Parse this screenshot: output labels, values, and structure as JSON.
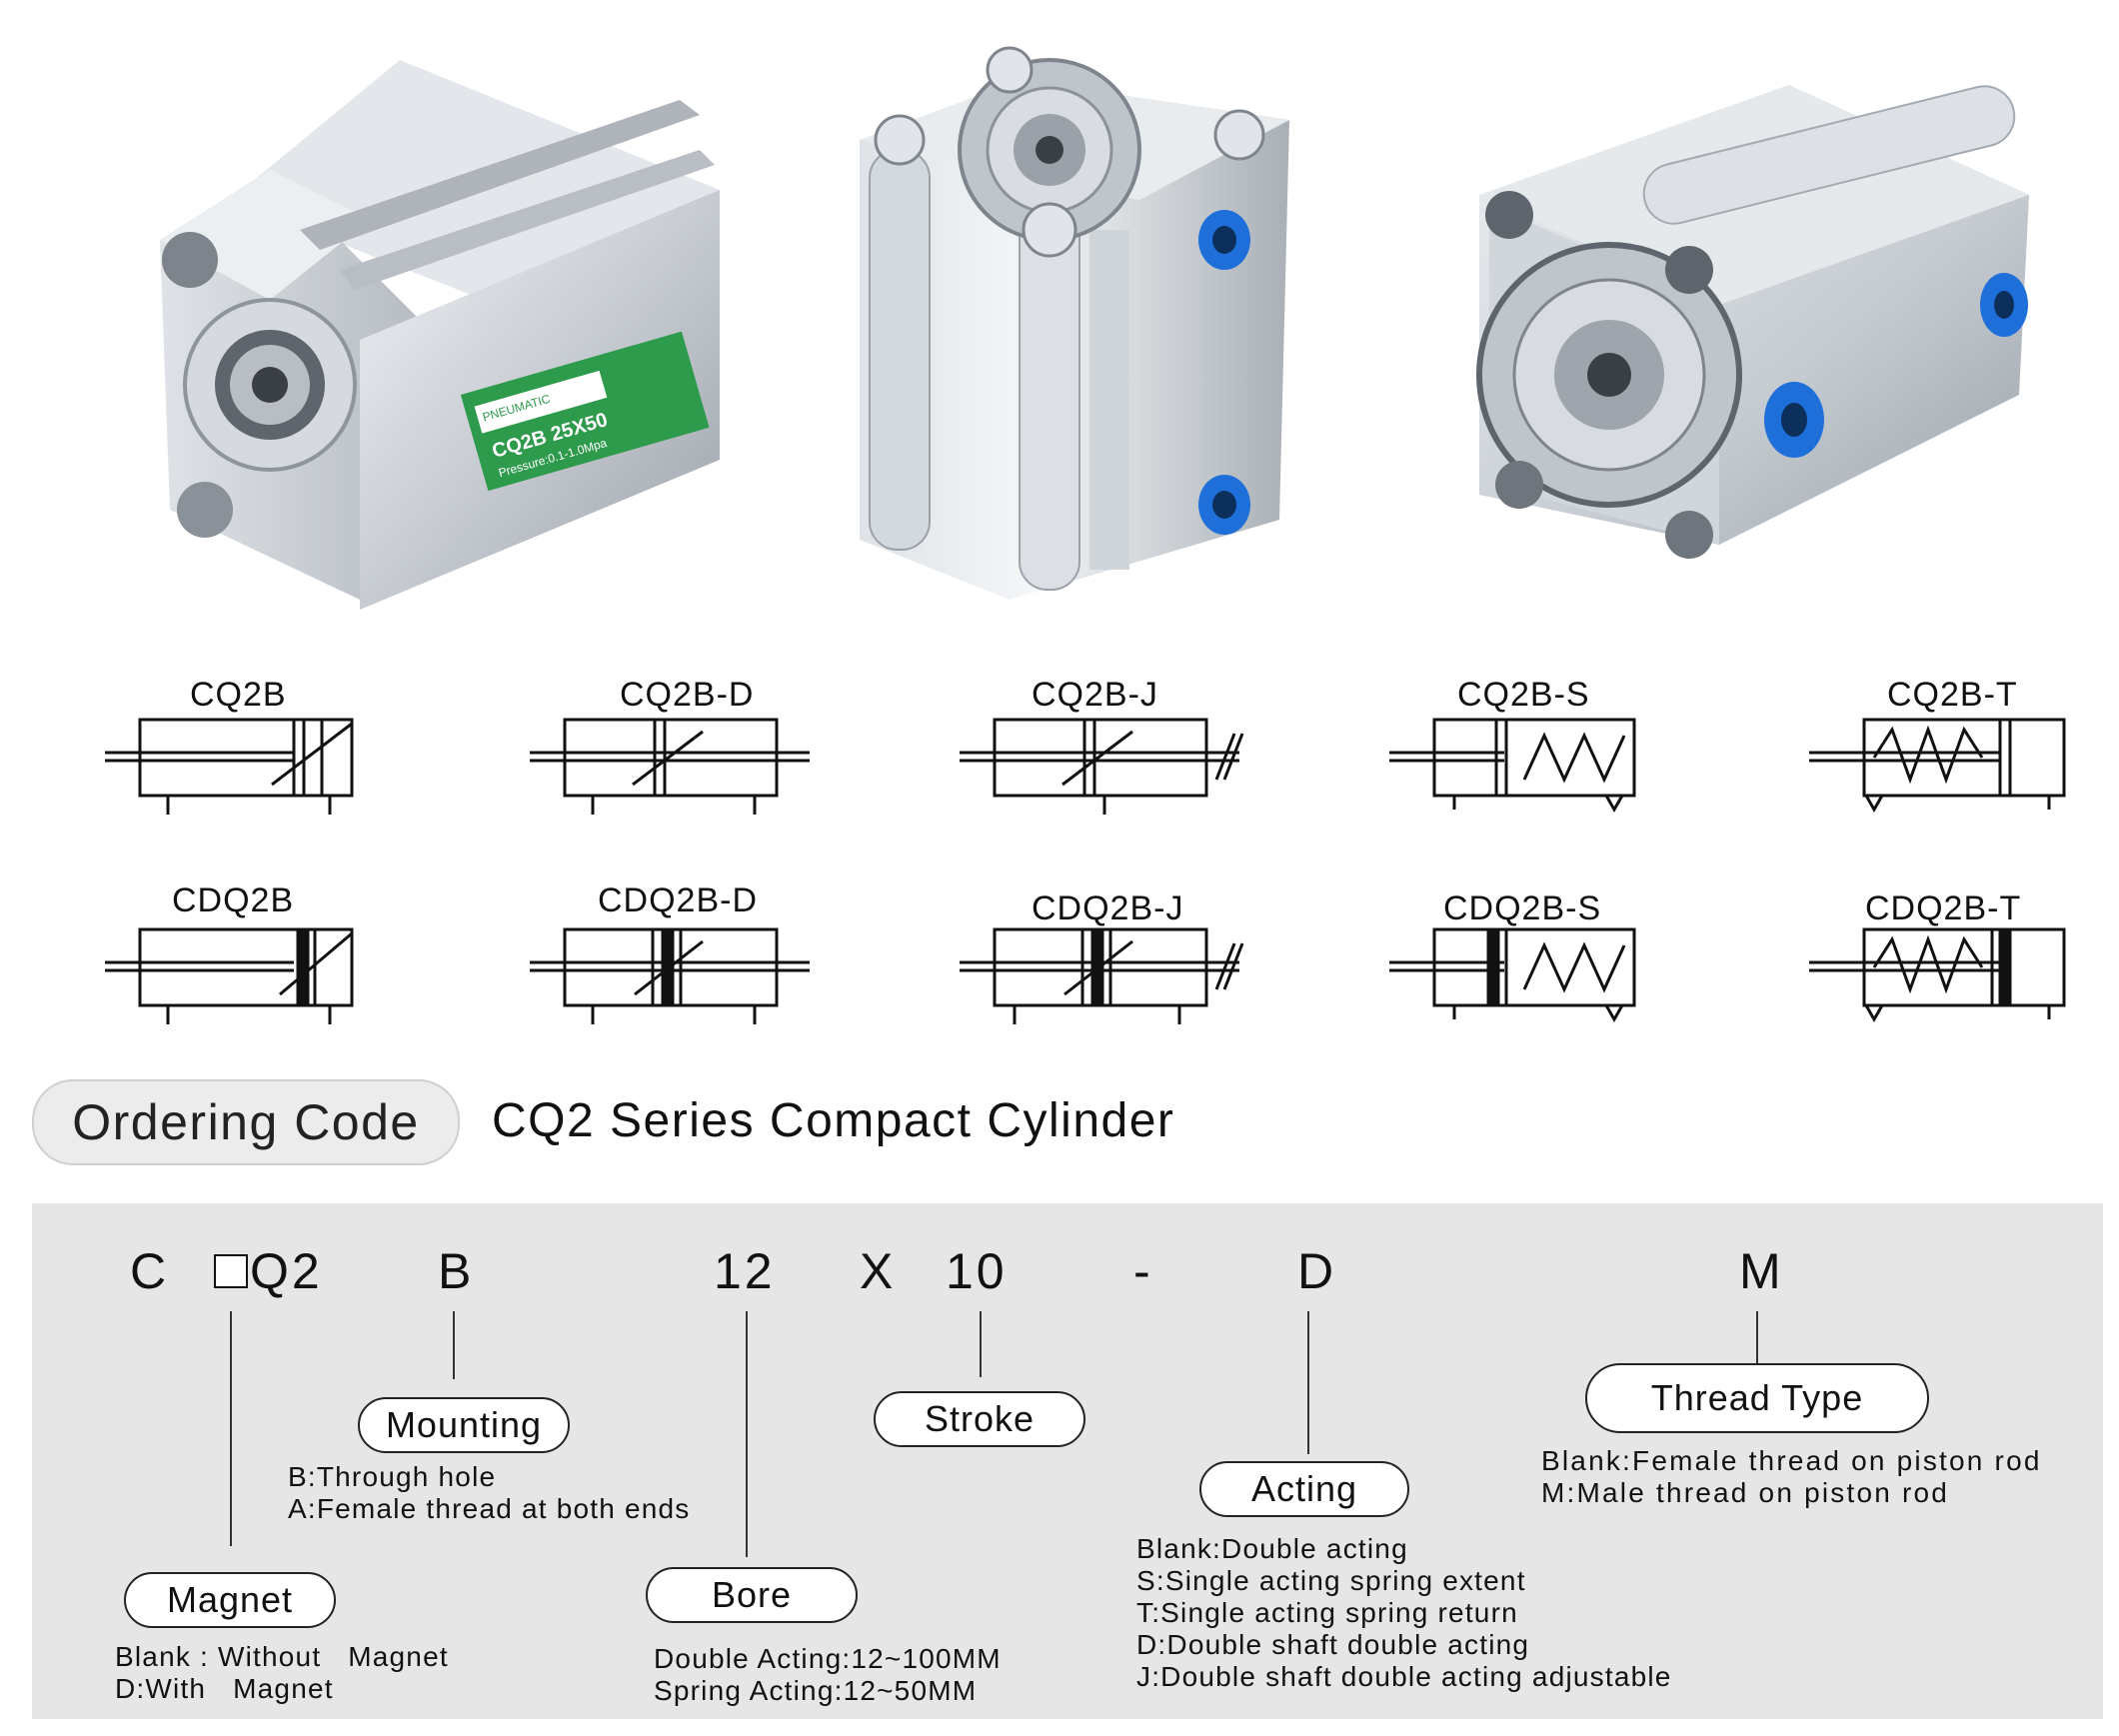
{
  "photos": [
    {
      "name": "cylinder-photo-side",
      "label_brand": "PNEUMATIC",
      "label_model": "CQ2B 25X50",
      "label_pressure": "Pressure:0.1-1.0Mpa"
    },
    {
      "name": "cylinder-photo-front"
    },
    {
      "name": "cylinder-photo-angle"
    }
  ],
  "symbols": {
    "row1": [
      "CQ2B",
      "CQ2B-D",
      "CQ2B-J",
      "CQ2B-S",
      "CQ2B-T"
    ],
    "row2": [
      "CDQ2B",
      "CDQ2B-D",
      "CDQ2B-J",
      "CDQ2B-S",
      "CDQ2B-T"
    ]
  },
  "ordering": {
    "pill_label": "Ordering Code",
    "series_title": "CQ2 Series Compact Cylinder"
  },
  "code": {
    "c": "C",
    "q2": "Q2",
    "b": "B",
    "bore": "12",
    "x": "X",
    "stroke": "10",
    "dash": "-",
    "d": "D",
    "m": "M"
  },
  "fields": {
    "mounting": {
      "label": "Mounting",
      "lines": [
        "B:Through hole",
        "A:Female thread at both ends"
      ]
    },
    "magnet": {
      "label": "Magnet",
      "lines": [
        "Blank : Without   Magnet",
        "D:With   Magnet"
      ]
    },
    "bore": {
      "label": "Bore",
      "lines": [
        "Double Acting:12~100MM",
        "Spring Acting:12~50MM"
      ]
    },
    "stroke": {
      "label": "Stroke"
    },
    "acting": {
      "label": "Acting",
      "lines": [
        "Blank:Double acting",
        "S:Single acting spring extent",
        "T:Single acting spring return",
        "D:Double shaft double acting",
        "J:Double shaft double acting adjustable"
      ]
    },
    "thread": {
      "label": "Thread Type",
      "lines": [
        "Blank:Female thread on piston rod",
        "M:Male thread on piston rod"
      ]
    }
  },
  "colors": {
    "aluminum": "#c9ced4",
    "port_blue": "#1e6fd9",
    "label_green": "#2e9a4c",
    "panel_gray": "#e6e6e6"
  }
}
